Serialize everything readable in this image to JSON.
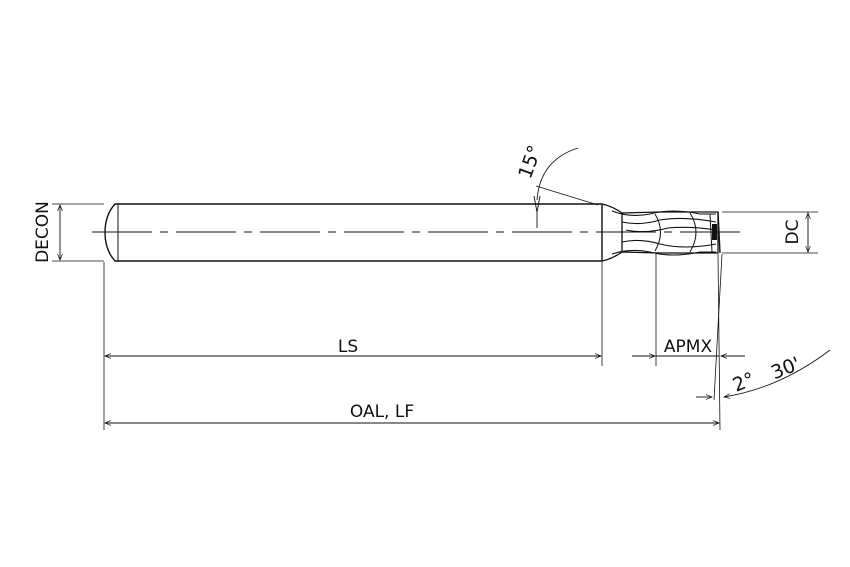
{
  "labels": {
    "decon": "DECON",
    "dc": "DC",
    "ls": "LS",
    "apmx": "APMX",
    "oal_lf": "OAL, LF",
    "angle_top": "15°",
    "angle_tip_deg": "2°",
    "angle_tip_min": "30'"
  },
  "colors": {
    "line": "#111111",
    "background": "#ffffff"
  }
}
